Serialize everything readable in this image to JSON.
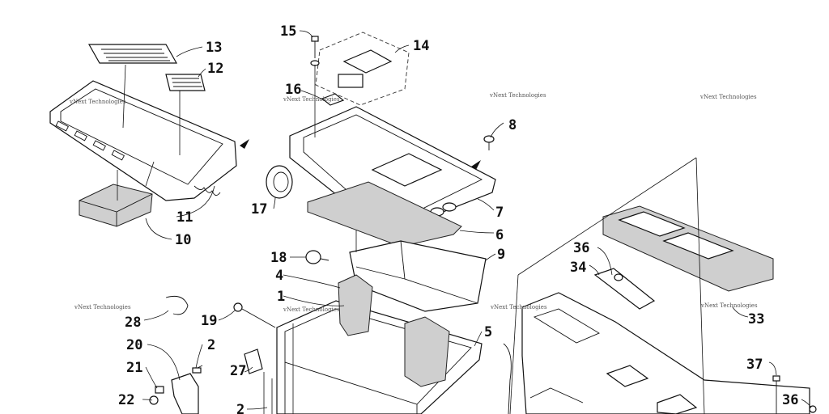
{
  "diagram": {
    "callouts": [
      "15",
      "14",
      "13",
      "12",
      "16",
      "8",
      "17",
      "7",
      "11",
      "10",
      "6",
      "18",
      "9",
      "4",
      "1",
      "36",
      "34",
      "28",
      "19",
      "5",
      "33",
      "20",
      "2",
      "21",
      "27",
      "37",
      "22",
      "2",
      "36"
    ],
    "watermark": "vNext Technologies",
    "colors": {
      "line": "#111111",
      "foam": "#cfcfcf",
      "background": "#ffffff"
    }
  }
}
